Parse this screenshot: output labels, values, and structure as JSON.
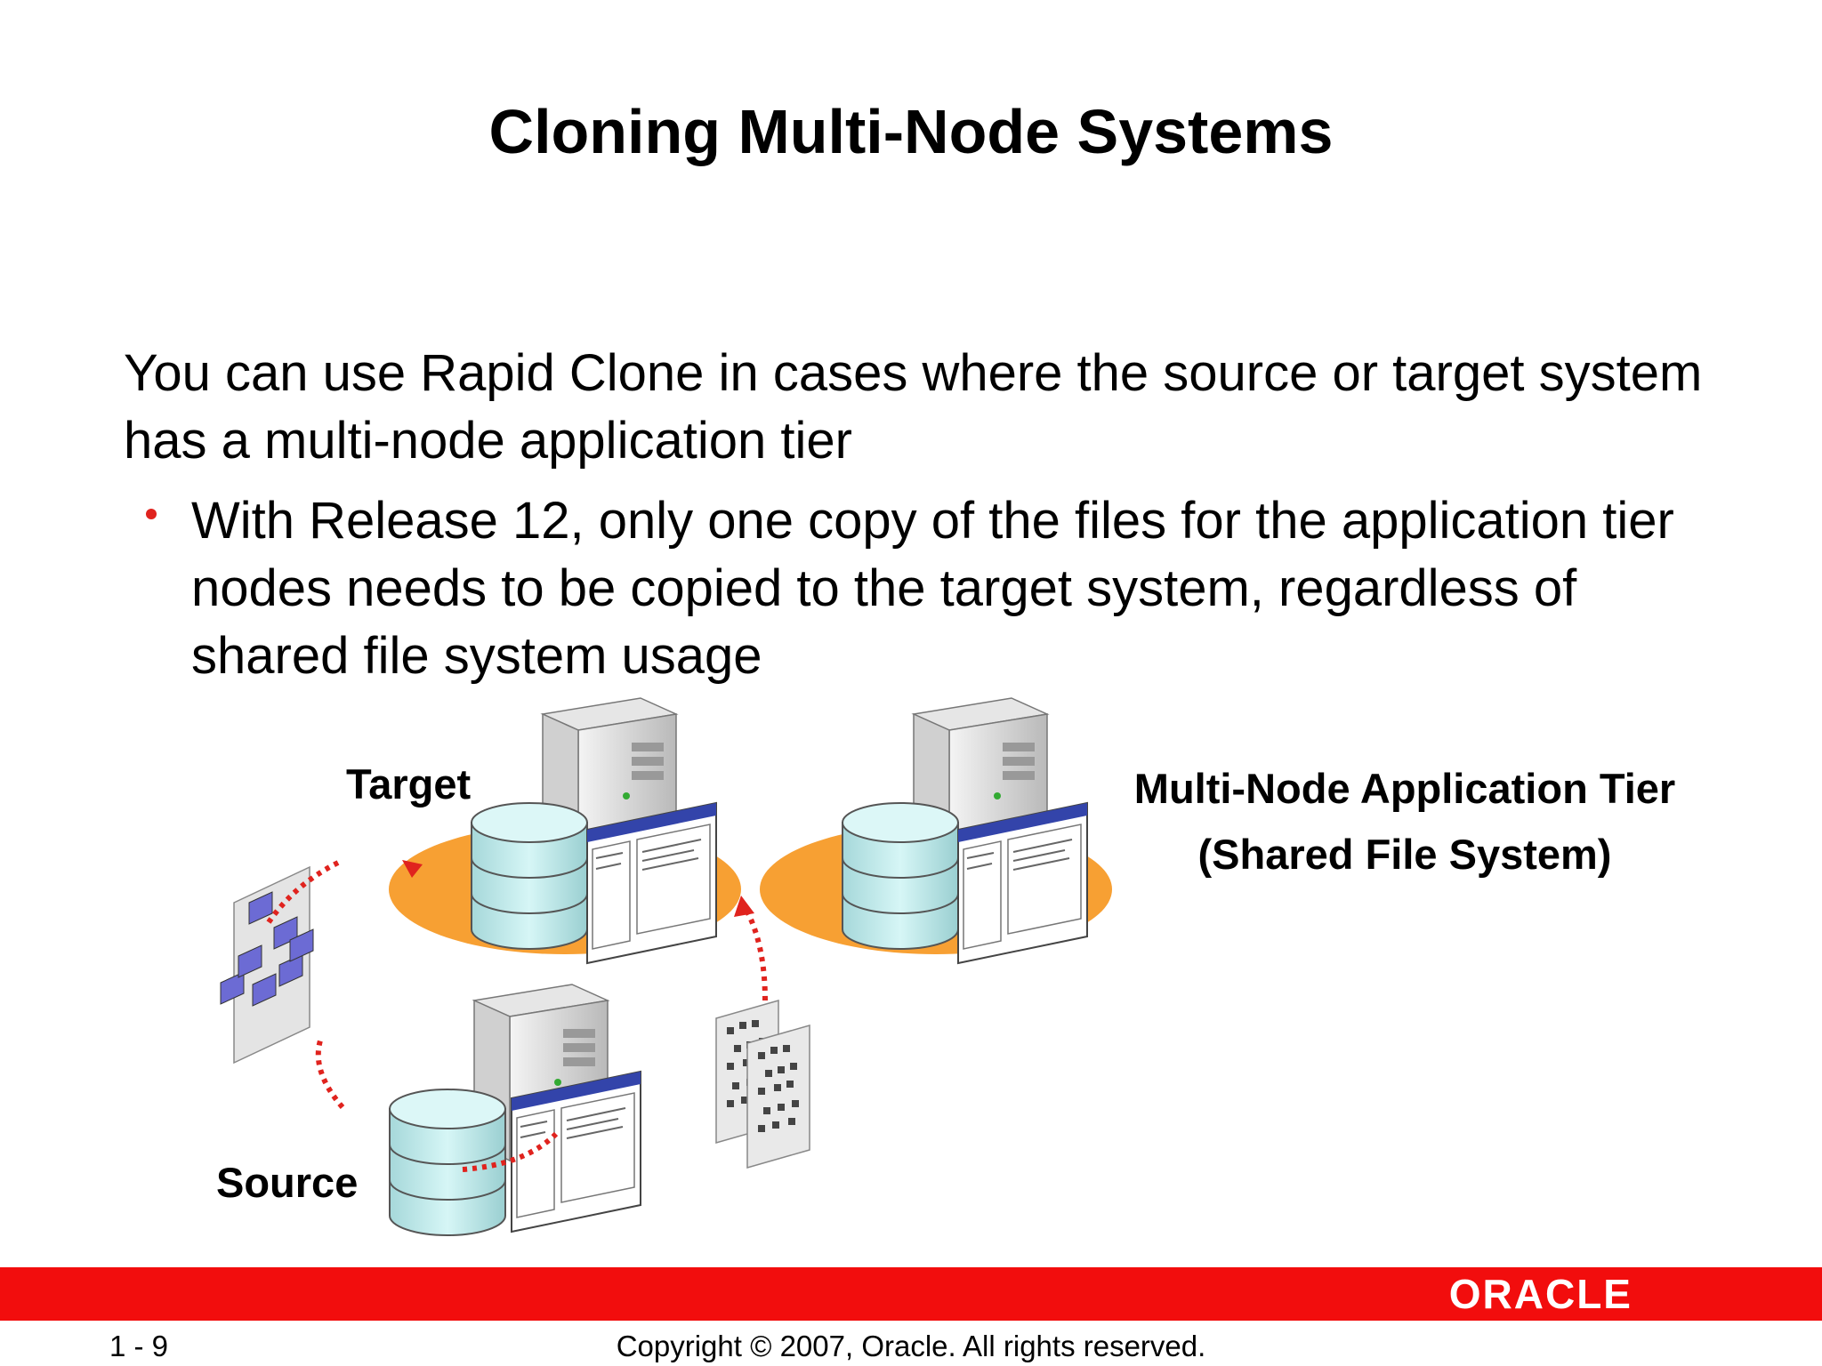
{
  "slide": {
    "title": "Cloning Multi-Node Systems",
    "paragraph": "You can use Rapid Clone in cases where the source or target system has a multi-node application tier",
    "bullets": [
      "With Release 12, only one copy of the files for the application tier nodes needs to be copied to the target system, regardless of shared file system usage"
    ]
  },
  "diagram": {
    "target_label": "Target",
    "source_label": "Source",
    "multi_node_line1": "Multi-Node Application Tier",
    "multi_node_line2": "(Shared File System)"
  },
  "footer": {
    "page_number": "1 - 9",
    "copyright": "Copyright © 2007, Oracle. All rights reserved.",
    "logo_text": "ORACLE"
  },
  "colors": {
    "footer_bar": "#f20d0d",
    "bullet": "#e0231e",
    "platform": "#f7a033",
    "cylinder": "#bfe9ea",
    "arrow": "#e0231e",
    "document_block": "#6c6bd4"
  }
}
